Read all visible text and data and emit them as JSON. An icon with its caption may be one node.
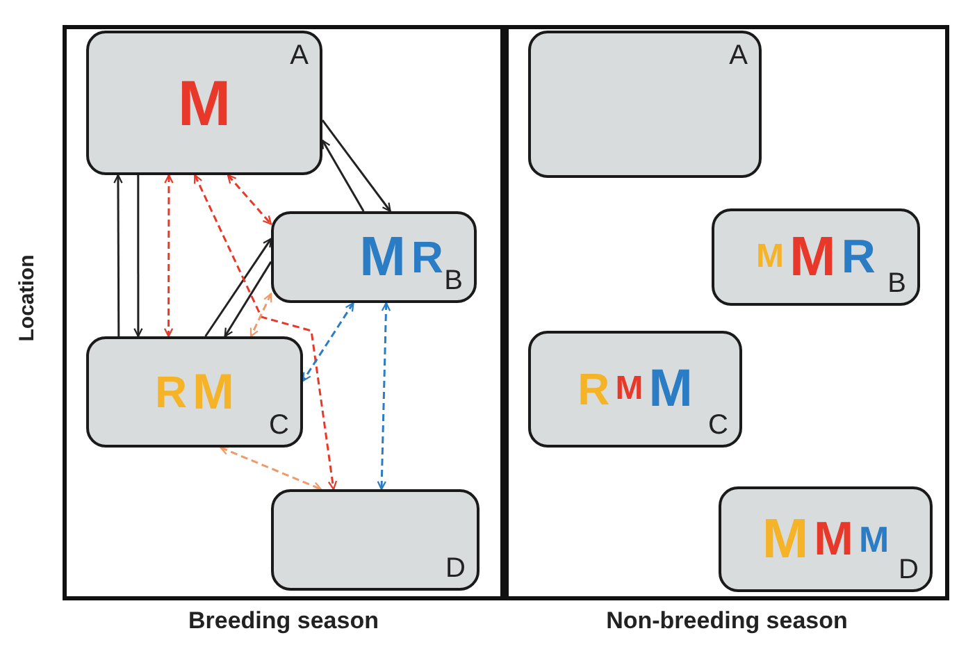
{
  "diagram": {
    "nodes": [
      {
        "text": [
          "Breeding season"
        ]
      },
      {
        "text": [
          "M",
          "A"
        ],
        "in": 0
      },
      {
        "text": [
          "M",
          "R",
          "B"
        ],
        "in": 0
      },
      {
        "text": [
          "R",
          "M",
          "C"
        ],
        "in": 0
      },
      {
        "text": [
          "D"
        ],
        "in": 0
      },
      {
        "text": [
          "Non-breeding season"
        ]
      },
      {
        "text": [
          "A"
        ],
        "in": 5
      },
      {
        "text": [
          "M",
          "M",
          "R",
          "B"
        ],
        "in": 5
      },
      {
        "text": [
          "R",
          "M",
          "M",
          "C"
        ],
        "in": 5
      },
      {
        "text": [
          "M",
          "M",
          "M",
          "D"
        ],
        "in": 5
      }
    ],
    "edges": [
      {
        "from": 3,
        "to": 1,
        "arrow": "to"
      },
      {
        "from": 1,
        "to": 3,
        "arrow": "to"
      },
      {
        "from": 1,
        "to": 2,
        "arrow": "to"
      },
      {
        "from": 2,
        "to": 1,
        "arrow": "to"
      },
      {
        "from": 3,
        "to": 2,
        "arrow": "to"
      },
      {
        "from": 2,
        "to": 3,
        "arrow": "to"
      },
      {
        "from": 1,
        "to": 3,
        "arrow": "both",
        "style": "dashed",
        "color": "#e8382a"
      },
      {
        "from": 1,
        "to": 2,
        "arrow": "both",
        "style": "dashed",
        "color": "#e8382a"
      },
      {
        "from": 1,
        "to": 4,
        "arrow": "both",
        "style": "dashed",
        "color": "#e8382a"
      },
      {
        "from": 2,
        "to": 3,
        "arrow": "both",
        "style": "dashed",
        "color": "#ee9a6a"
      },
      {
        "from": 3,
        "to": 4,
        "arrow": "both",
        "style": "dashed",
        "color": "#ee9a6a"
      },
      {
        "from": 2,
        "to": 3,
        "arrow": "both",
        "style": "dashed",
        "color": "#2a7cc4"
      },
      {
        "from": 2,
        "to": 4,
        "arrow": "both",
        "style": "dashed",
        "color": "#2a7cc4"
      }
    ],
    "labels": [
      "Location"
    ]
  }
}
